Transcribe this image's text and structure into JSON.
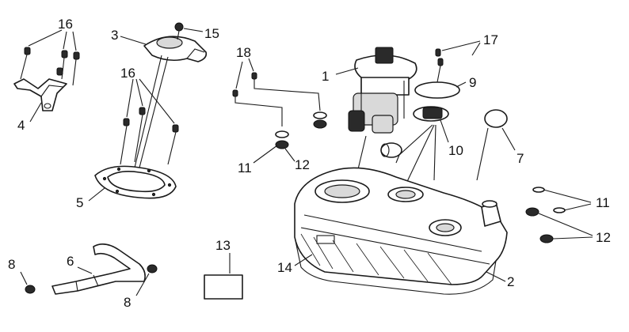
{
  "callouts": {
    "c16a": "16",
    "c3": "3",
    "c15": "15",
    "c4": "4",
    "c16b": "16",
    "c5": "5",
    "c18": "18",
    "c1": "1",
    "c17": "17",
    "c9": "9",
    "c11a": "11",
    "c12a": "12",
    "c10": "10",
    "c7": "7",
    "c14": "14",
    "c13": "13",
    "c11b": "11",
    "c12b": "12",
    "c2": "2",
    "c8a": "8",
    "c6": "6",
    "c8b": "8"
  }
}
